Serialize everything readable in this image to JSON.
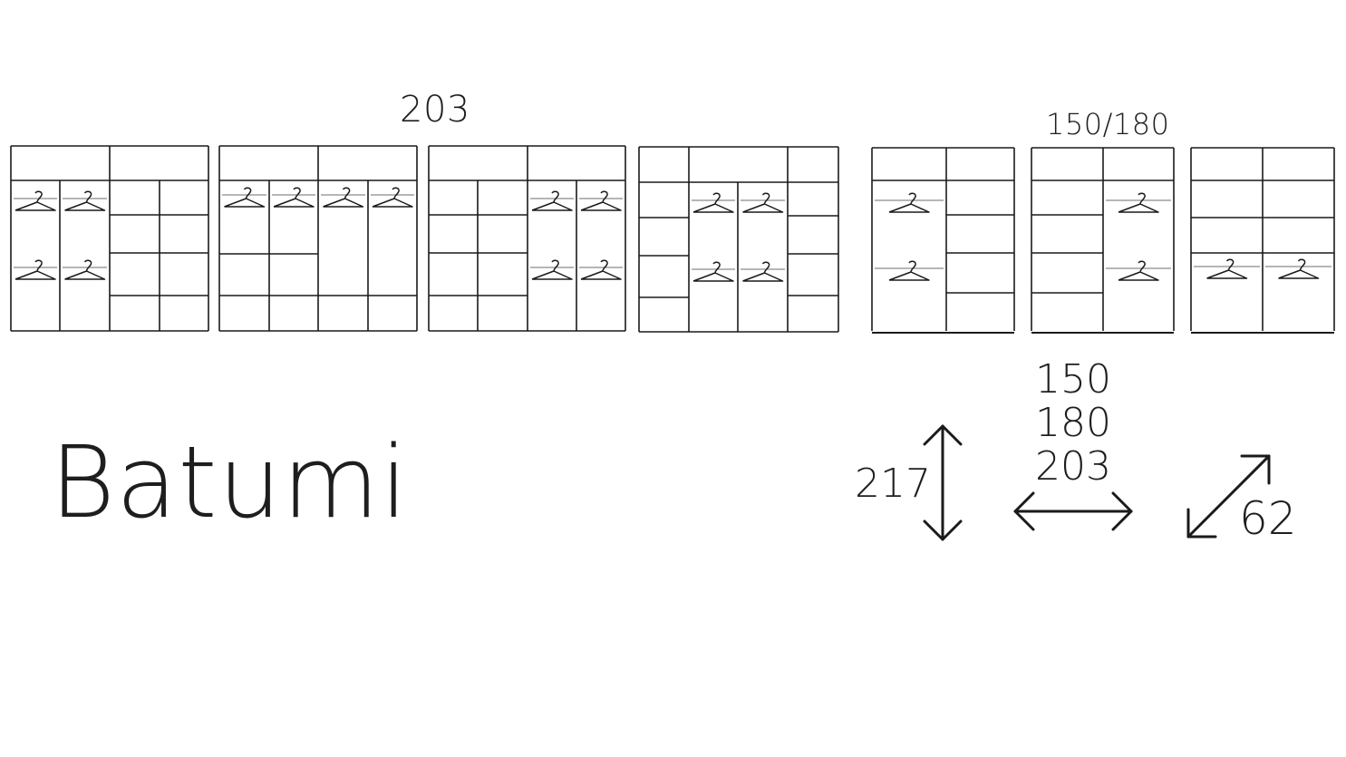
{
  "width_label_large": "203",
  "width_label_small": "150/180",
  "product_name": "Batumi",
  "dimensions": {
    "height": "217",
    "widths": [
      "150",
      "180",
      "203"
    ],
    "depth": "62"
  },
  "colors": {
    "line": "#1a1a1a",
    "rod": "#8a8a8a"
  },
  "icons": [
    "hanger-icon",
    "vertical-double-arrow-icon",
    "horizontal-double-arrow-icon",
    "diagonal-double-arrow-icon"
  ]
}
